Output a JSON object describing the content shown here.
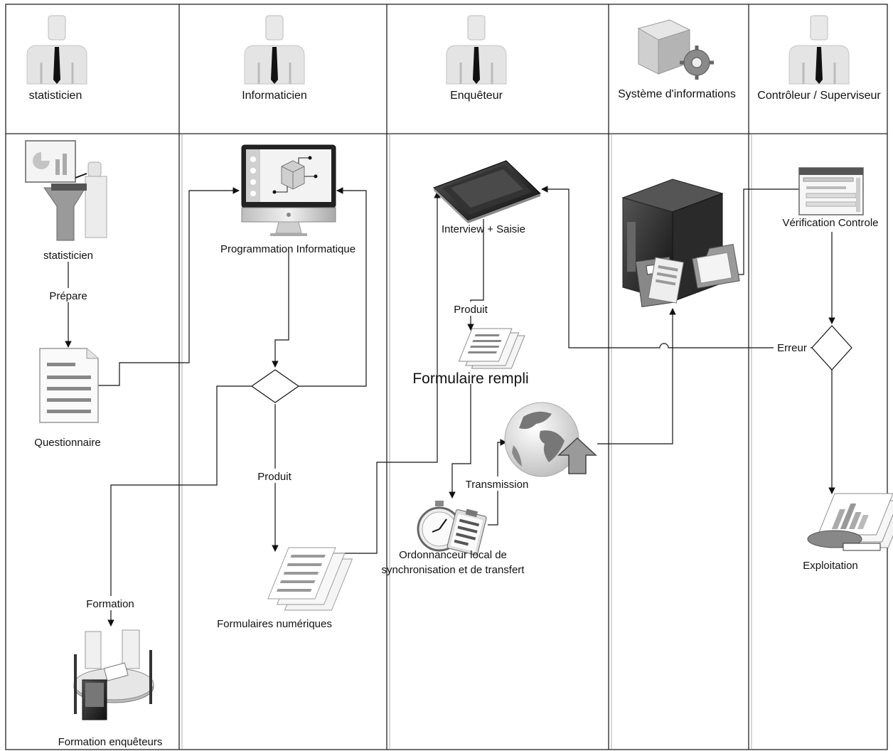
{
  "lanes": [
    {
      "name": "statisticien"
    },
    {
      "name": "Informaticien"
    },
    {
      "name": "Enquêteur"
    },
    {
      "name": "Système d'informations"
    },
    {
      "name": "Contrôleur / Superviseur"
    }
  ],
  "nodes": {
    "stat_person": "statisticien",
    "questionnaire": "Questionnaire",
    "formation_enq": "Formation enquêteurs",
    "programmation": "Programmation Informatique",
    "formulaires_num": "Formulaires numériques",
    "interview": "Interview + Saisie",
    "formulaire_rempli": "Formulaire rempli",
    "ordonnanceur_1": "Ordonnanceur local de",
    "ordonnanceur_2": "synchronisation et de transfert",
    "verification": "Vérification Controle",
    "exploitation": "Exploitation"
  },
  "edge_labels": {
    "prepare": "Prépare",
    "produit_1": "Produit",
    "produit_2": "Produit",
    "formation": "Formation",
    "transmission": "Transmission",
    "erreur": "Erreur"
  },
  "icons": [
    "presenter-icon",
    "document-icon",
    "meeting-table-icon",
    "monitor-icon",
    "forms-stack-icon",
    "tablet-icon",
    "filled-form-icon",
    "stopwatch-clipboard-icon",
    "globe-upload-icon",
    "server-folders-icon",
    "browser-window-icon",
    "report-charts-icon"
  ]
}
